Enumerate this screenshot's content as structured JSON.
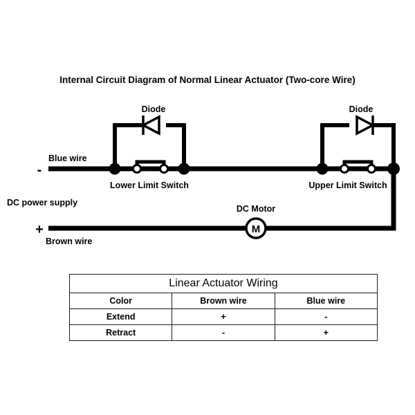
{
  "diagram": {
    "title": "Internal Circuit Diagram of Normal Linear Actuator (Two-core Wire)",
    "labels": {
      "diode_left": "Diode",
      "diode_right": "Diode",
      "blue_wire": "Blue wire",
      "brown_wire": "Brown wire",
      "dc_power_supply": "DC power supply",
      "lower_limit_switch": "Lower Limit Switch",
      "upper_limit_switch": "Upper Limit Switch",
      "dc_motor": "DC Motor",
      "motor_symbol": "M",
      "negative_sign": "-",
      "positive_sign": "+"
    },
    "colors": {
      "ink": "#000000",
      "background": "#ffffff",
      "table_border": "#1a1a1a"
    }
  },
  "table": {
    "caption": "Linear Actuator Wiring",
    "columns": [
      "Color",
      "Brown wire",
      "Blue wire"
    ],
    "rows": [
      {
        "label": "Extend",
        "brown": "+",
        "blue": "-"
      },
      {
        "label": "Retract",
        "brown": "-",
        "blue": "+"
      }
    ]
  }
}
